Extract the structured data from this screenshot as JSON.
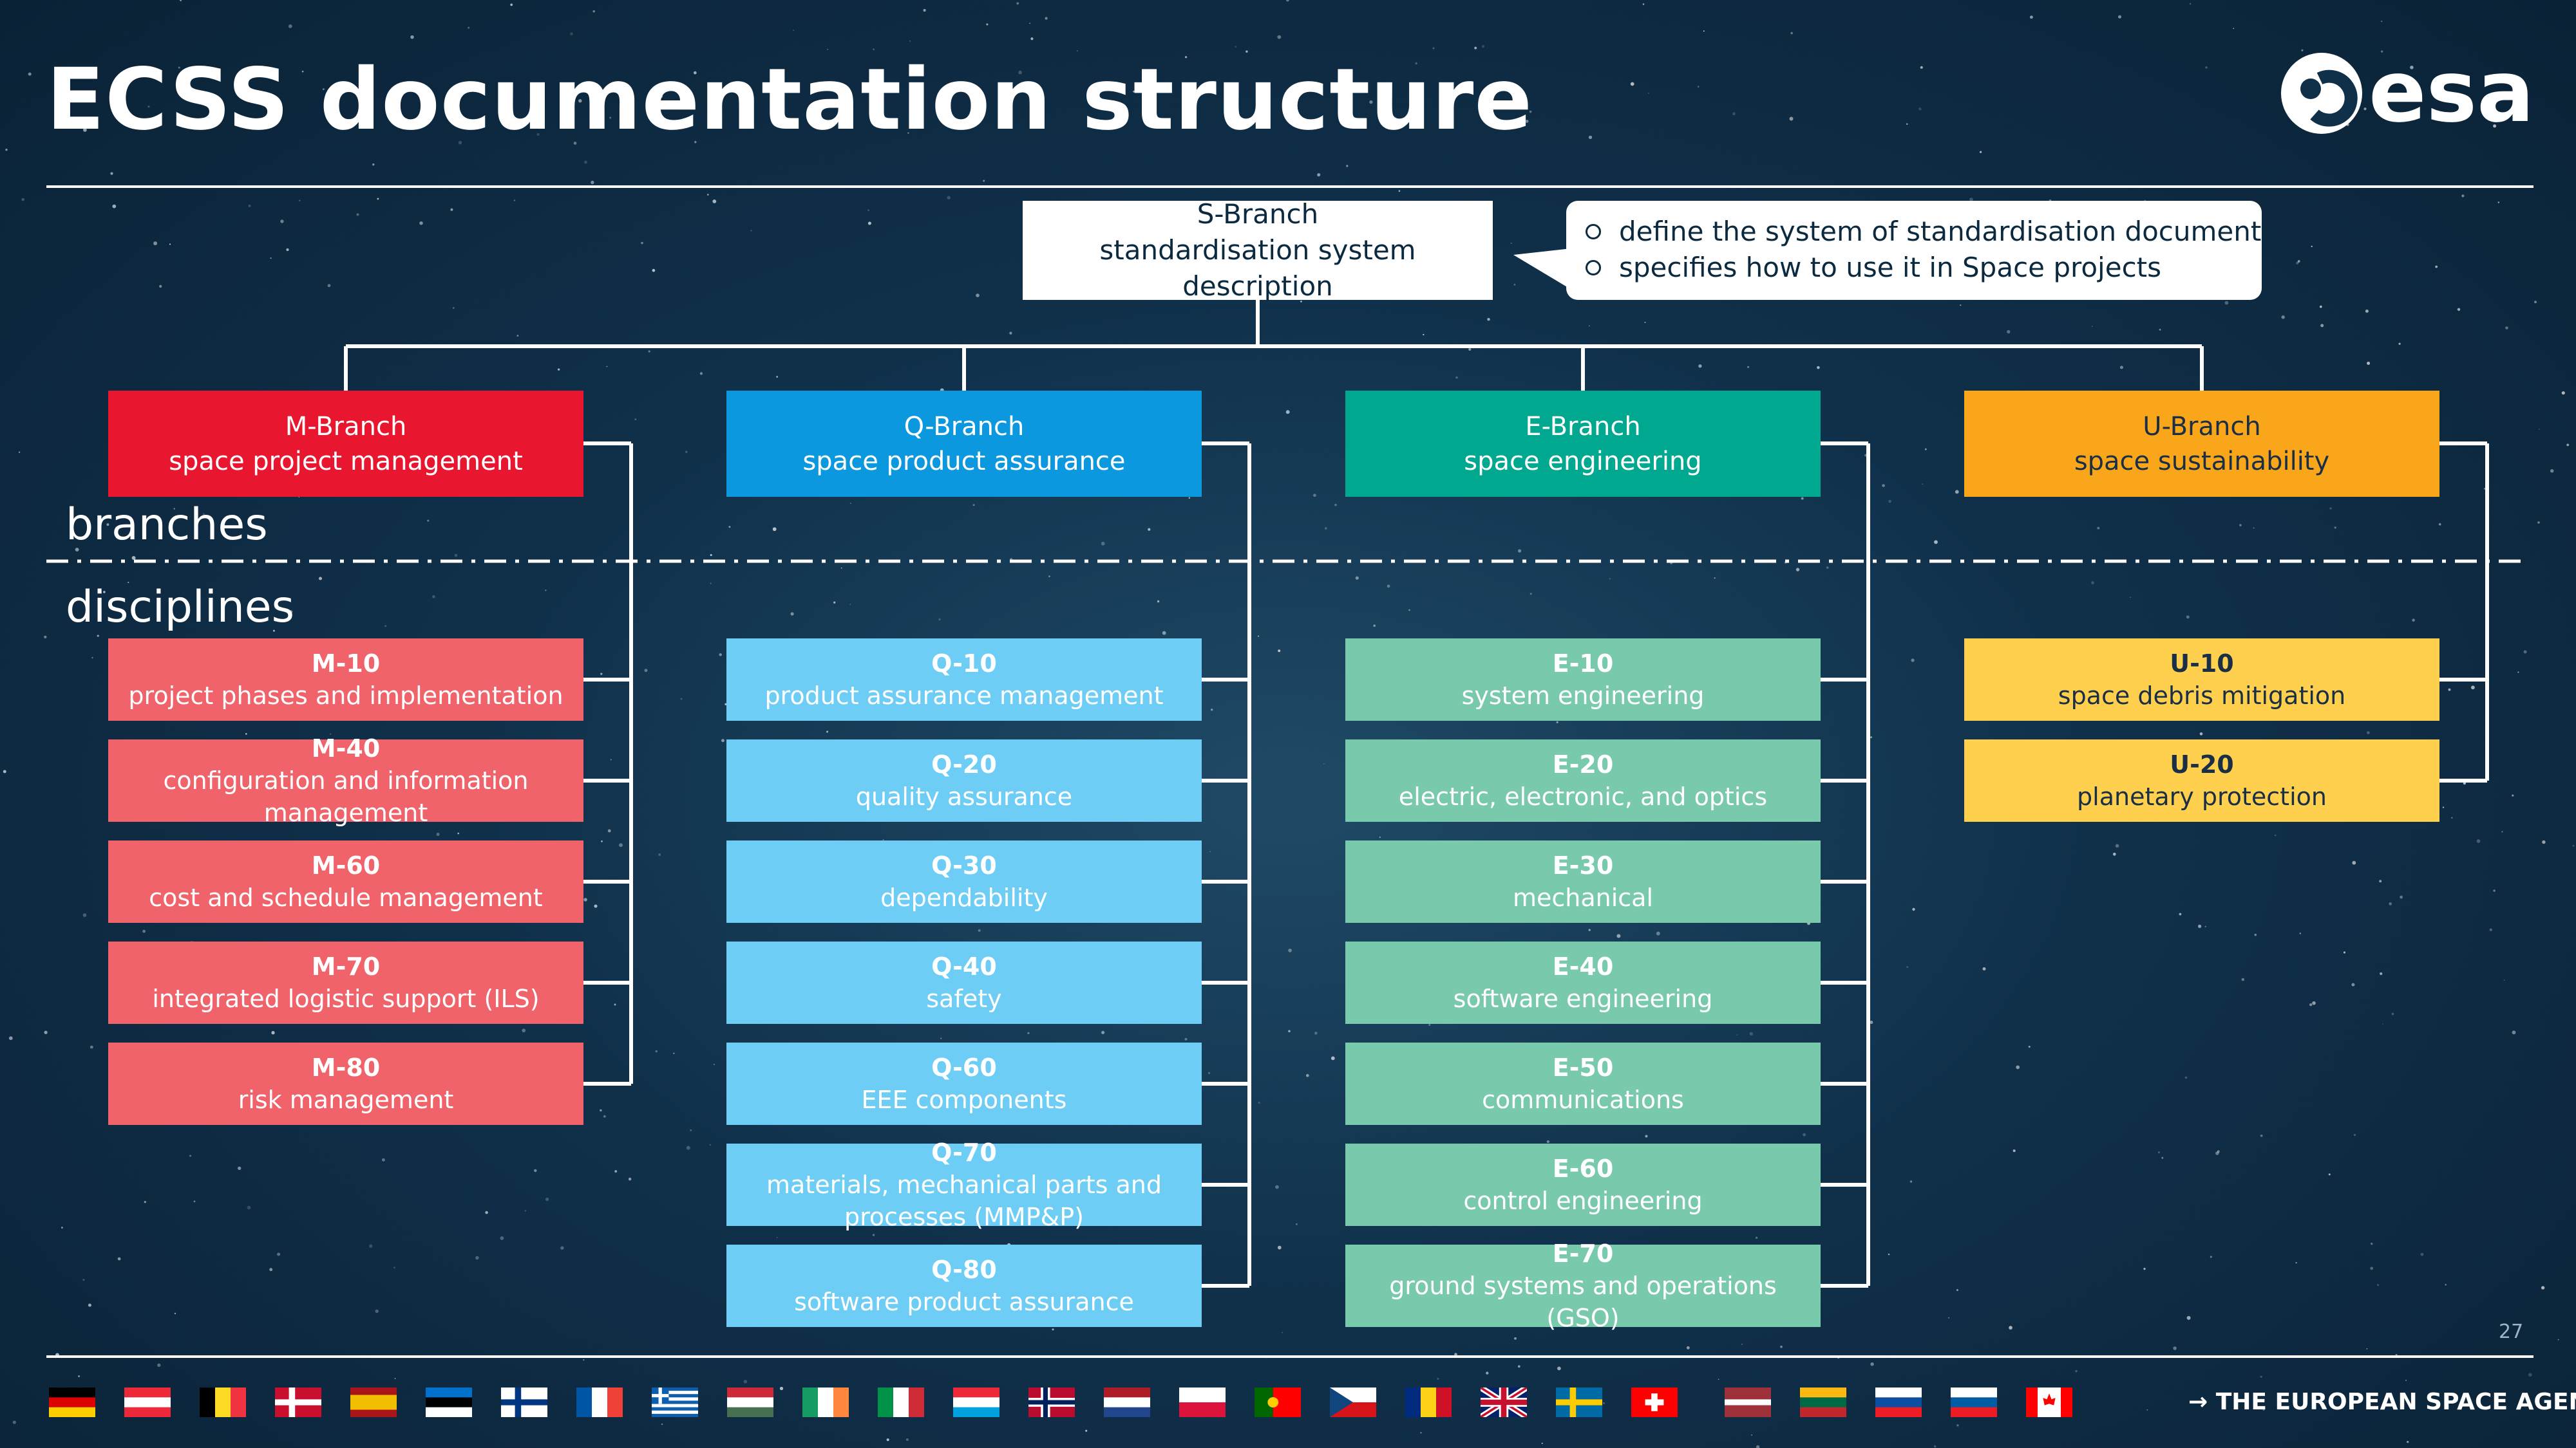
{
  "header": {
    "title": "ECSS documentation structure",
    "logo_text": "esa"
  },
  "s_branch": {
    "name": "S-Branch",
    "desc": "standardisation system description"
  },
  "callout": {
    "items": [
      "define the system of standardisation documents",
      "specifies how to use it in Space projects"
    ]
  },
  "labels": {
    "branches": "branches",
    "disciplines": "disciplines"
  },
  "branches": [
    {
      "name": "M-Branch",
      "desc": "space project management",
      "color": "#e8172f",
      "disc_color": "#f0636a",
      "disc_text": "#ffffff",
      "disciplines": [
        {
          "code": "M-10",
          "name": "project phases and implementation"
        },
        {
          "code": "M-40",
          "name": "configuration and information management"
        },
        {
          "code": "M-60",
          "name": "cost and schedule management"
        },
        {
          "code": "M-70",
          "name": "integrated logistic support (ILS)"
        },
        {
          "code": "M-80",
          "name": "risk management"
        }
      ]
    },
    {
      "name": "Q-Branch",
      "desc": "space product assurance",
      "color": "#0b98df",
      "disc_color": "#6dcdf4",
      "disc_text": "#ffffff",
      "disciplines": [
        {
          "code": "Q-10",
          "name": "product assurance management"
        },
        {
          "code": "Q-20",
          "name": "quality assurance"
        },
        {
          "code": "Q-30",
          "name": "dependability"
        },
        {
          "code": "Q-40",
          "name": "safety"
        },
        {
          "code": "Q-60",
          "name": "EEE components"
        },
        {
          "code": "Q-70",
          "name": "materials, mechanical parts and processes (MMP&P)"
        },
        {
          "code": "Q-80",
          "name": "software product assurance"
        }
      ]
    },
    {
      "name": "E-Branch",
      "desc": "space engineering",
      "color": "#00a88f",
      "disc_color": "#79c9ad",
      "disc_text": "#ffffff",
      "disciplines": [
        {
          "code": "E-10",
          "name": "system engineering"
        },
        {
          "code": "E-20",
          "name": "electric, electronic, and optics"
        },
        {
          "code": "E-30",
          "name": "mechanical"
        },
        {
          "code": "E-40",
          "name": "software engineering"
        },
        {
          "code": "E-50",
          "name": "communications"
        },
        {
          "code": "E-60",
          "name": "control engineering"
        },
        {
          "code": "E-70",
          "name": "ground systems and operations (GSO)"
        }
      ]
    },
    {
      "name": "U-Branch",
      "desc": "space sustainability",
      "color": "#faa61a",
      "disc_color": "#ffd04d",
      "disc_text": "#1a2f45",
      "disciplines": [
        {
          "code": "U-10",
          "name": "space debris mitigation"
        },
        {
          "code": "U-20",
          "name": "planetary protection"
        }
      ]
    }
  ],
  "footer": {
    "page_number": "27",
    "agency": "→ THE EUROPEAN SPACE AGENCY"
  },
  "flags": [
    {
      "name": "germany",
      "type": "h",
      "colors": [
        "#000000",
        "#dd0000",
        "#ffce00"
      ]
    },
    {
      "name": "austria",
      "type": "h",
      "colors": [
        "#ed2939",
        "#ffffff",
        "#ed2939"
      ]
    },
    {
      "name": "belgium",
      "type": "v",
      "colors": [
        "#000000",
        "#fdda24",
        "#ef3340"
      ]
    },
    {
      "name": "denmark",
      "type": "nordic",
      "colors": [
        "#c8102e",
        "#ffffff"
      ]
    },
    {
      "name": "spain",
      "type": "h3",
      "colors": [
        "#aa151b",
        "#f1bf00",
        "#aa151b"
      ]
    },
    {
      "name": "estonia",
      "type": "h",
      "colors": [
        "#0072ce",
        "#000000",
        "#ffffff"
      ]
    },
    {
      "name": "finland",
      "type": "nordic",
      "colors": [
        "#ffffff",
        "#003580"
      ]
    },
    {
      "name": "france",
      "type": "v",
      "colors": [
        "#0055a4",
        "#ffffff",
        "#ef4135"
      ]
    },
    {
      "name": "greece",
      "type": "stripes",
      "colors": [
        "#0d5eaf",
        "#ffffff"
      ]
    },
    {
      "name": "hungary",
      "type": "h",
      "colors": [
        "#ce2939",
        "#ffffff",
        "#477050"
      ]
    },
    {
      "name": "ireland",
      "type": "v",
      "colors": [
        "#169b62",
        "#ffffff",
        "#ff883e"
      ]
    },
    {
      "name": "italy",
      "type": "v",
      "colors": [
        "#009246",
        "#ffffff",
        "#ce2b37"
      ]
    },
    {
      "name": "luxembourg",
      "type": "h",
      "colors": [
        "#ed2939",
        "#ffffff",
        "#00a1de"
      ]
    },
    {
      "name": "norway",
      "type": "nordic2",
      "colors": [
        "#ba0c2f",
        "#ffffff",
        "#00205b"
      ]
    },
    {
      "name": "netherlands",
      "type": "h",
      "colors": [
        "#ae1c28",
        "#ffffff",
        "#21468b"
      ]
    },
    {
      "name": "poland",
      "type": "h2",
      "colors": [
        "#ffffff",
        "#dc143c"
      ]
    },
    {
      "name": "portugal",
      "type": "v2",
      "colors": [
        "#006600",
        "#ff0000"
      ]
    },
    {
      "name": "czechia",
      "type": "czech",
      "colors": [
        "#ffffff",
        "#d7141a",
        "#11457e"
      ]
    },
    {
      "name": "romania",
      "type": "v",
      "colors": [
        "#002b7f",
        "#fcd116",
        "#ce1126"
      ]
    },
    {
      "name": "united-kingdom",
      "type": "uk",
      "colors": [
        "#012169",
        "#ffffff",
        "#c8102e"
      ]
    },
    {
      "name": "sweden",
      "type": "nordic",
      "colors": [
        "#006aa7",
        "#fecc00"
      ]
    },
    {
      "name": "switzerland",
      "type": "swiss",
      "colors": [
        "#ff0000",
        "#ffffff"
      ]
    },
    {
      "name": "latvia",
      "type": "latvia",
      "colors": [
        "#9e3039",
        "#ffffff"
      ]
    },
    {
      "name": "lithuania",
      "type": "h",
      "colors": [
        "#fdb913",
        "#006a44",
        "#c1272d"
      ]
    },
    {
      "name": "slovakia",
      "type": "h",
      "colors": [
        "#ffffff",
        "#0b4ea2",
        "#ee1c25"
      ]
    },
    {
      "name": "slovenia",
      "type": "h",
      "colors": [
        "#ffffff",
        "#005da4",
        "#ed1c24"
      ]
    },
    {
      "name": "canada",
      "type": "canada",
      "colors": [
        "#ff0000",
        "#ffffff"
      ]
    }
  ]
}
